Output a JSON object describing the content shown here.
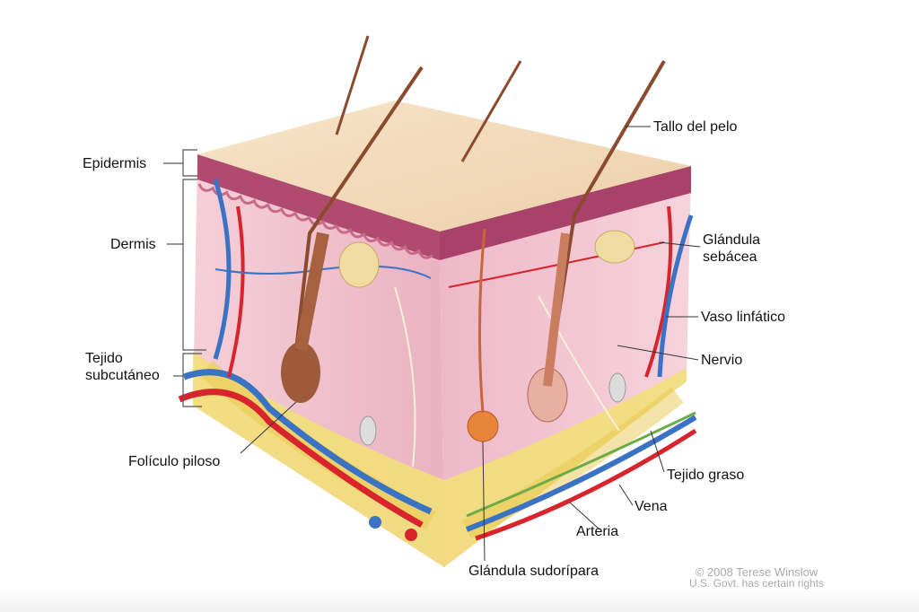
{
  "labels": {
    "epidermis": "Epidermis",
    "dermis": "Dermis",
    "subcutaneous": [
      "Tejido",
      "subcutáneo"
    ],
    "hair_follicle": "Folículo piloso",
    "hair_shaft": "Tallo del pelo",
    "sebaceous_gland": [
      "Glándula",
      "sebácea"
    ],
    "lymph_vessel": "Vaso linfático",
    "nerve": "Nervio",
    "fat_tissue": "Tejido graso",
    "vein": "Vena",
    "artery": "Arteria",
    "sweat_gland": "Glándula sudorípara"
  },
  "credit": {
    "line1": "© 2008 Terese Winslow",
    "line2": "U.S. Govt. has certain rights"
  },
  "colors": {
    "skin_surface": "#f3dcc0",
    "epidermis": "#b04a6e",
    "dermis": "#f2c3cf",
    "fat": "#f2df7a",
    "artery": "#d8242c",
    "vein": "#3a72c4",
    "lymph": "#6cab4a"
  }
}
